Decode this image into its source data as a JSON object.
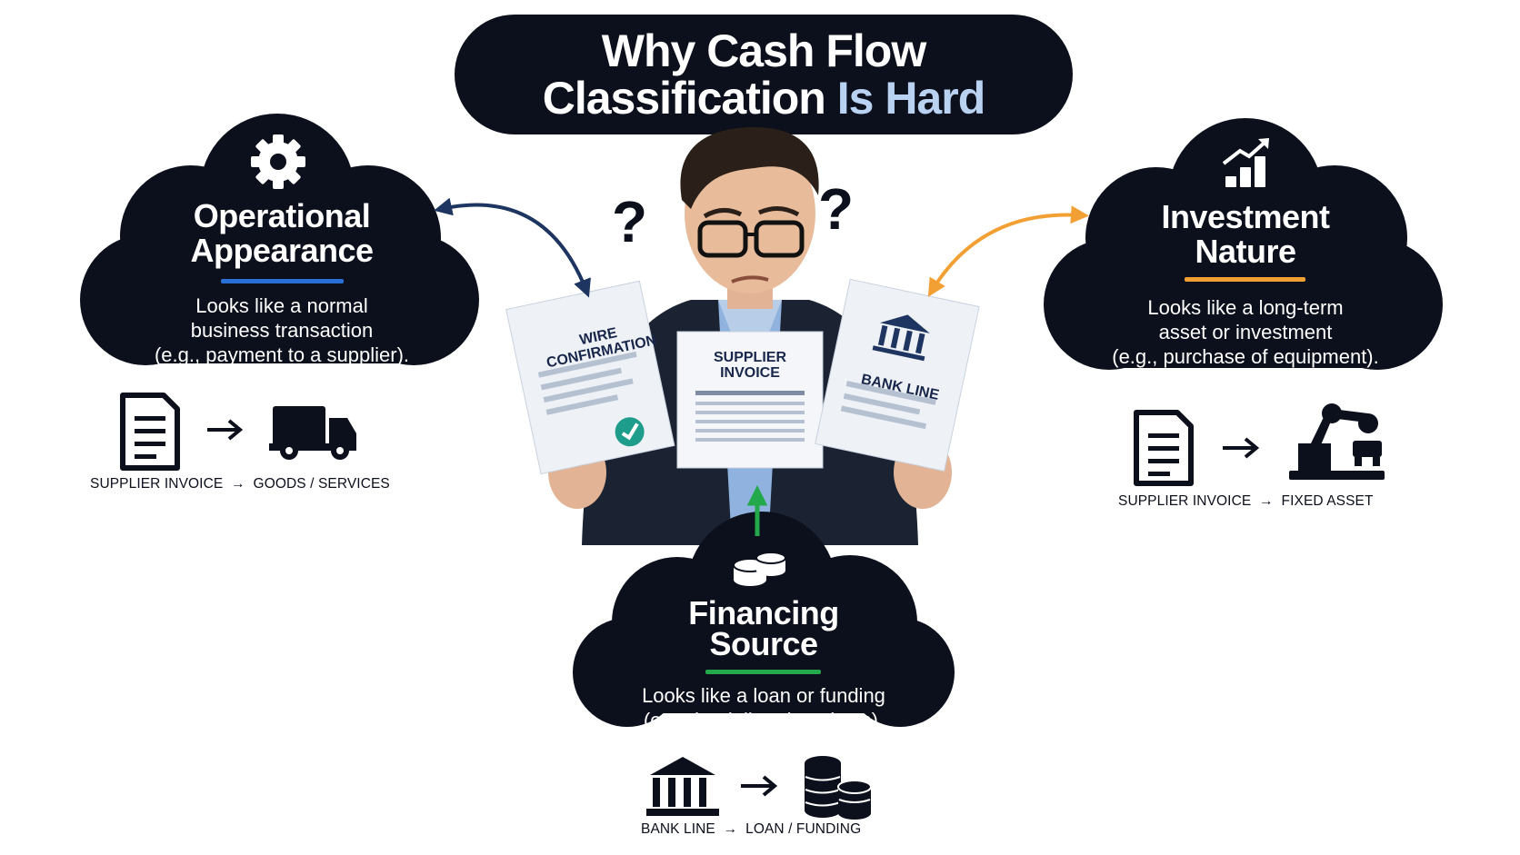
{
  "title": {
    "line1": "Why Cash Flow",
    "line2_main": "Classification ",
    "line2_highlight": "Is Hard"
  },
  "center": {
    "question_marks": [
      "?",
      "?"
    ],
    "documents": {
      "left": "WIRE CONFIRMATION",
      "middle": "SUPPLIER INVOICE",
      "right": "BANK LINE"
    }
  },
  "operational": {
    "icon": "gear-icon",
    "heading_line1": "Operational",
    "heading_line2": "Appearance",
    "accent": "#2a6fd6",
    "body_line1": "Looks like a normal",
    "body_line2": "business transaction",
    "body_line3": "(e.g., payment to a supplier).",
    "flow_caption": "SUPPLIER INVOICE  →  GOODS / SERVICES"
  },
  "investment": {
    "icon": "growth-chart-icon",
    "heading_line1": "Investment",
    "heading_line2": "Nature",
    "accent": "#f2a033",
    "body_line1": "Looks like a long-term",
    "body_line2": "asset or investment",
    "body_line3": "(e.g., purchase of equipment).",
    "flow_caption": "SUPPLIER INVOICE  →  FIXED ASSET"
  },
  "financing": {
    "icon": "coin-stack-icon",
    "heading_line1": "Financing",
    "heading_line2": "Source",
    "accent": "#23a84b",
    "body_line1": "Looks like a loan or funding",
    "body_line2": "(e.g., bank line drawdown).",
    "flow_caption": "BANK LINE  →  LOAN / FUNDING"
  },
  "colors": {
    "cloud": "#0c0f1c",
    "arrow_operational": "#1d3560",
    "arrow_investment": "#f2a033",
    "arrow_financing": "#23a84b"
  }
}
